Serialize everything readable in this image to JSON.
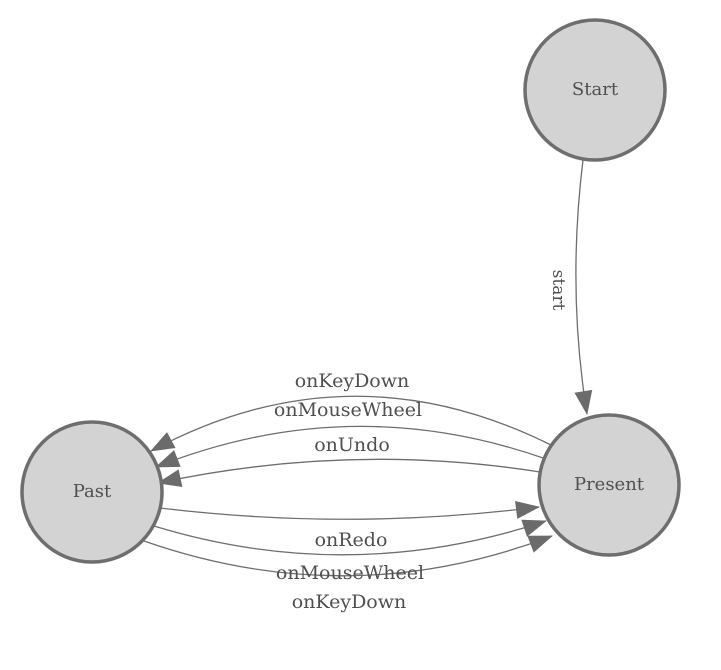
{
  "diagram": {
    "kind": "state-machine",
    "nodes": [
      {
        "id": "start",
        "label": "Start"
      },
      {
        "id": "past",
        "label": "Past"
      },
      {
        "id": "present",
        "label": "Present"
      }
    ],
    "edges": [
      {
        "from": "Start",
        "to": "Present",
        "label": "start"
      },
      {
        "from": "Present",
        "to": "Past",
        "label": "onKeyDown"
      },
      {
        "from": "Present",
        "to": "Past",
        "label": "onMouseWheel"
      },
      {
        "from": "Present",
        "to": "Past",
        "label": "onUndo"
      },
      {
        "from": "Past",
        "to": "Present",
        "label": "onRedo"
      },
      {
        "from": "Past",
        "to": "Present",
        "label": "onMouseWheel"
      },
      {
        "from": "Past",
        "to": "Present",
        "label": "onKeyDown"
      }
    ],
    "colors": {
      "node_fill": "#d3d3d3",
      "node_stroke": "#6e6e6e",
      "edge_stroke": "#6e6e6e",
      "arrowhead": "#6b6b6b",
      "label_text": "#4f4f4f",
      "background": "#ffffff"
    }
  }
}
